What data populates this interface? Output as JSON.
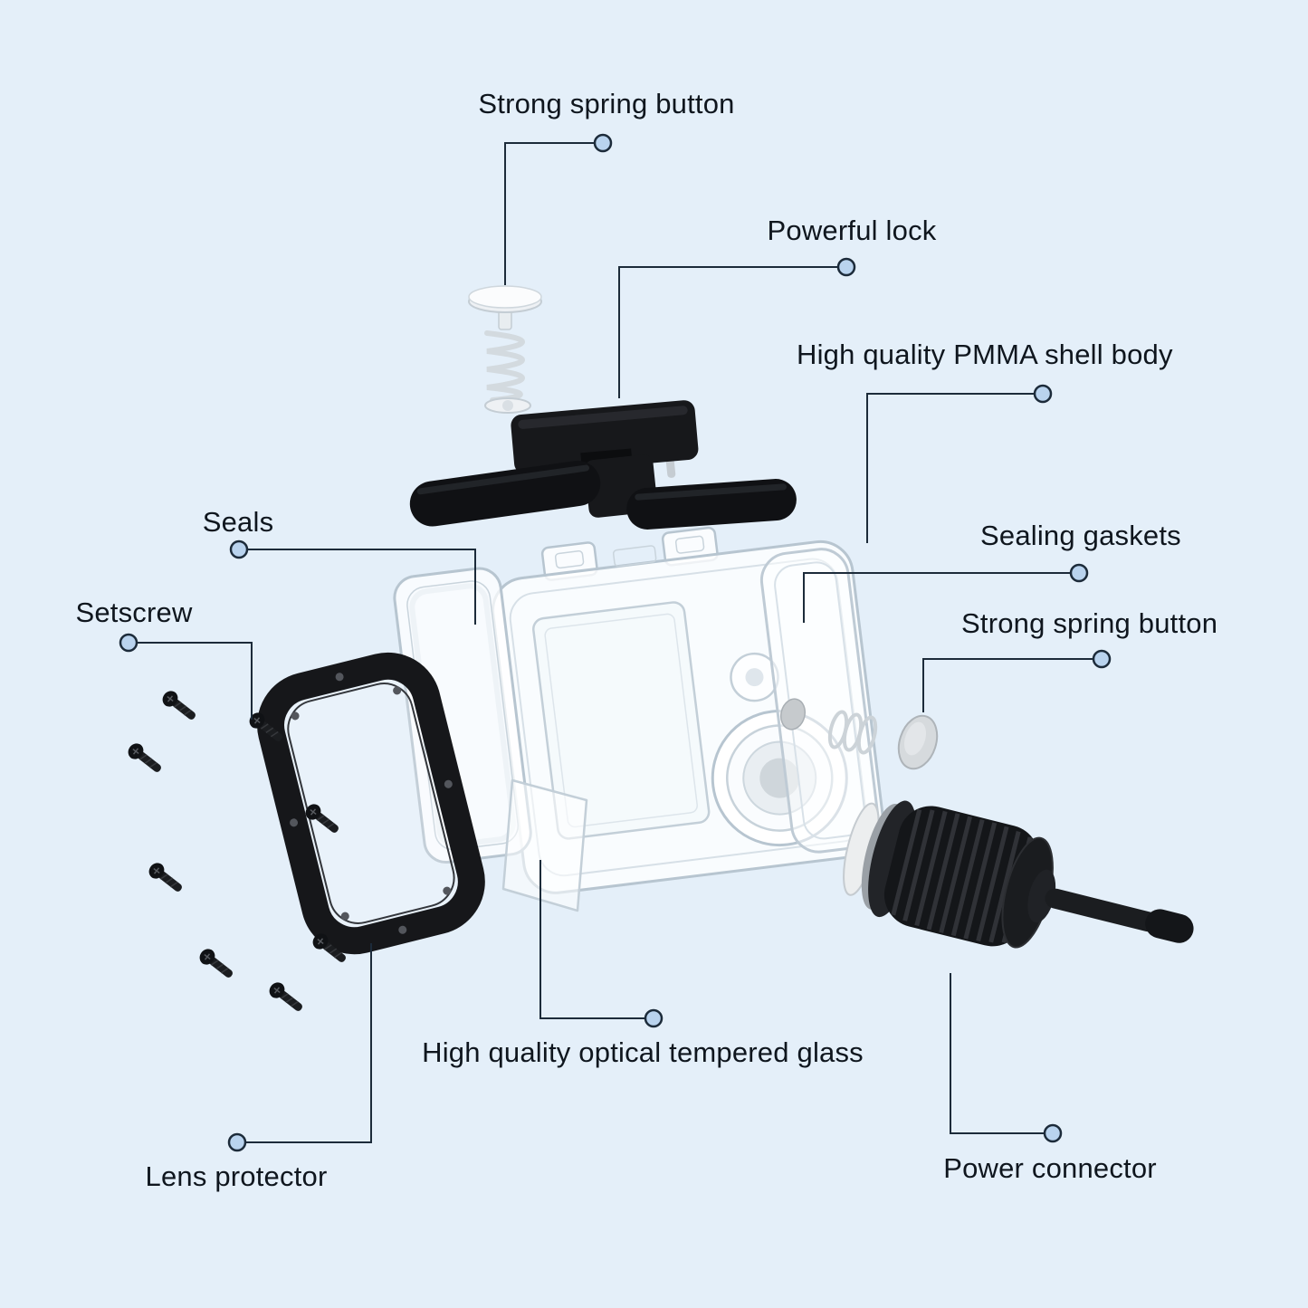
{
  "background_color": "#e4eff9",
  "accent": {
    "callout_line": "#1c2b3a",
    "callout_dot_fill": "#b9d3ee",
    "text": "#0f161e"
  },
  "diagram": {
    "subject": "waterproof-camera-housing-exploded-view",
    "callouts": [
      {
        "id": "spring-button-top",
        "label": "Strong spring button"
      },
      {
        "id": "powerful-lock",
        "label": "Powerful lock"
      },
      {
        "id": "pmma-shell",
        "label": "High quality PMMA shell body"
      },
      {
        "id": "seals",
        "label": "Seals"
      },
      {
        "id": "sealing-gaskets",
        "label": "Sealing gaskets"
      },
      {
        "id": "setscrew",
        "label": "Setscrew"
      },
      {
        "id": "spring-button-right",
        "label": "Strong spring button"
      },
      {
        "id": "tempered-glass",
        "label": "High quality optical tempered glass"
      },
      {
        "id": "lens-protector",
        "label": "Lens protector"
      },
      {
        "id": "power-connector",
        "label": "Power connector"
      }
    ]
  }
}
